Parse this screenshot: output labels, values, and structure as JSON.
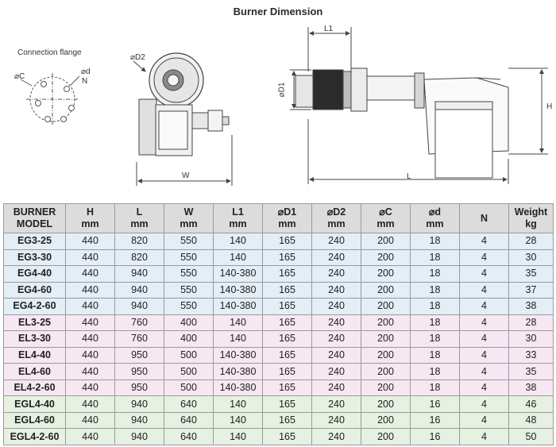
{
  "title": "Burner Dimension",
  "drawing": {
    "connection_flange_label": "Connection flange",
    "c_label": "⌀C",
    "d_label": "⌀d",
    "n_label": "N",
    "d2_label": "⌀D2",
    "d1_label": "⌀D1",
    "w_label": "W",
    "l1_label": "L1",
    "l_label": "L",
    "h_label": "H"
  },
  "table": {
    "headers": [
      [
        "BURNER",
        "MODEL"
      ],
      [
        "H",
        "mm"
      ],
      [
        "L",
        "mm"
      ],
      [
        "W",
        "mm"
      ],
      [
        "L1",
        "mm"
      ],
      [
        "⌀D1",
        "mm"
      ],
      [
        "⌀D2",
        "mm"
      ],
      [
        "⌀C",
        "mm"
      ],
      [
        "⌀d",
        "mm"
      ],
      [
        "N",
        ""
      ],
      [
        "Weight",
        "kg"
      ]
    ],
    "rows": [
      {
        "group": "EG",
        "cells": [
          "EG3-25",
          "440",
          "820",
          "550",
          "140",
          "165",
          "240",
          "200",
          "18",
          "4",
          "28"
        ]
      },
      {
        "group": "EG",
        "cells": [
          "EG3-30",
          "440",
          "820",
          "550",
          "140",
          "165",
          "240",
          "200",
          "18",
          "4",
          "30"
        ]
      },
      {
        "group": "EG",
        "cells": [
          "EG4-40",
          "440",
          "940",
          "550",
          "140-380",
          "165",
          "240",
          "200",
          "18",
          "4",
          "35"
        ]
      },
      {
        "group": "EG",
        "cells": [
          "EG4-60",
          "440",
          "940",
          "550",
          "140-380",
          "165",
          "240",
          "200",
          "18",
          "4",
          "37"
        ]
      },
      {
        "group": "EG",
        "cells": [
          "EG4-2-60",
          "440",
          "940",
          "550",
          "140-380",
          "165",
          "240",
          "200",
          "18",
          "4",
          "38"
        ]
      },
      {
        "group": "EL",
        "cells": [
          "EL3-25",
          "440",
          "760",
          "400",
          "140",
          "165",
          "240",
          "200",
          "18",
          "4",
          "28"
        ]
      },
      {
        "group": "EL",
        "cells": [
          "EL3-30",
          "440",
          "760",
          "400",
          "140",
          "165",
          "240",
          "200",
          "18",
          "4",
          "30"
        ]
      },
      {
        "group": "EL",
        "cells": [
          "EL4-40",
          "440",
          "950",
          "500",
          "140-380",
          "165",
          "240",
          "200",
          "18",
          "4",
          "33"
        ]
      },
      {
        "group": "EL",
        "cells": [
          "EL4-60",
          "440",
          "950",
          "500",
          "140-380",
          "165",
          "240",
          "200",
          "18",
          "4",
          "35"
        ]
      },
      {
        "group": "EL",
        "cells": [
          "EL4-2-60",
          "440",
          "950",
          "500",
          "140-380",
          "165",
          "240",
          "200",
          "18",
          "4",
          "38"
        ]
      },
      {
        "group": "EGL",
        "cells": [
          "EGL4-40",
          "440",
          "940",
          "640",
          "140",
          "165",
          "240",
          "200",
          "16",
          "4",
          "46"
        ]
      },
      {
        "group": "EGL",
        "cells": [
          "EGL4-60",
          "440",
          "940",
          "640",
          "140",
          "165",
          "240",
          "200",
          "16",
          "4",
          "48"
        ]
      },
      {
        "group": "EGL",
        "cells": [
          "EGL4-2-60",
          "440",
          "940",
          "640",
          "140",
          "165",
          "240",
          "200",
          "16",
          "4",
          "50"
        ]
      }
    ]
  },
  "colors": {
    "EG_rows": "#e3eef7",
    "EL_rows": "#f6e7f3",
    "EGL_rows": "#e6f1e2",
    "header": "#dcdcdc"
  }
}
